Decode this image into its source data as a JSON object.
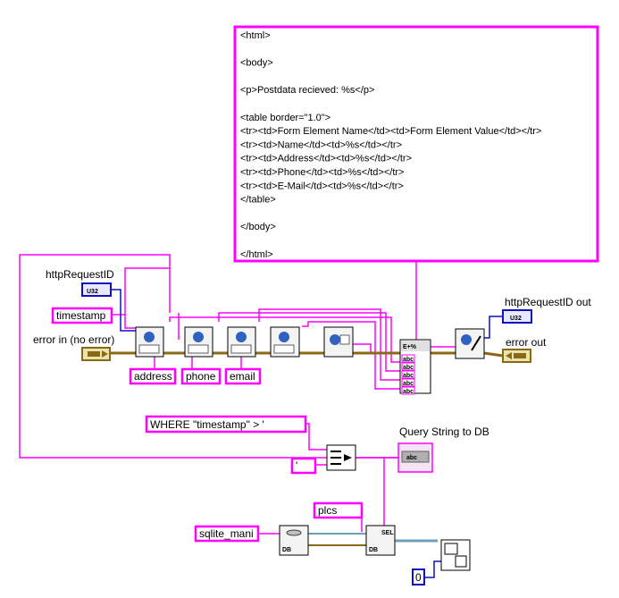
{
  "colors": {
    "string_wire": "#ff00ff",
    "error_wire": "#8b6914",
    "numeric_wire": "#1010c0",
    "db_wire": "#6ea0b8"
  },
  "html_template": {
    "lines": [
      "<html>",
      "",
      "<body>",
      "",
      "<p>Postdata recieved: %s</p>",
      "",
      "<table border=\"1.0\">",
      "<tr><td>Form Element Name</td><td>Form Element Value</td></tr>",
      "<tr><td>Name</td><td>%s</td></tr>",
      "<tr><td>Address</td><td>%s</td></tr>",
      "<tr><td>Phone</td><td>%s</td></tr>",
      "<tr><td>E-Mail</td><td>%s</td></tr>",
      "</table>",
      "",
      "</body>",
      "",
      "</html>"
    ]
  },
  "labels": {
    "http_request_id": "httpRequestID",
    "error_in": "error in (no error)",
    "http_request_id_out": "httpRequestID out",
    "error_out": "error out",
    "query_string_to_db": "Query String to DB"
  },
  "constants": {
    "timestamp": "timestamp",
    "address": "address",
    "phone": "phone",
    "email": "email",
    "where_clause": "WHERE \"timestamp\" >  '",
    "quote": "'",
    "plcs": "plcs",
    "sqlite": "sqlite_mani",
    "zero": "0"
  },
  "terminals": {
    "u32_in": "U32",
    "u32_out": "U32",
    "abc": "abc",
    "format_glyph": "E+%",
    "select_glyph": "SEL",
    "db_glyph": "DB"
  }
}
